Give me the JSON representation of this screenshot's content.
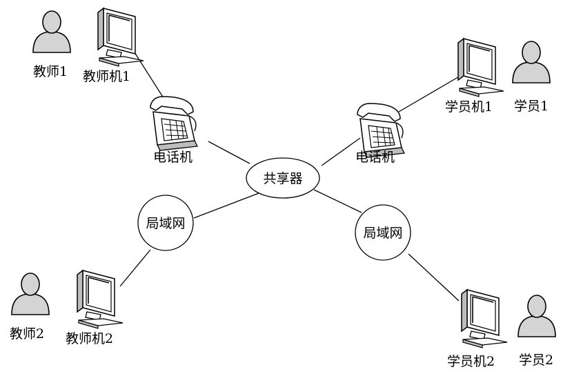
{
  "labels": {
    "teacher1": "教师1",
    "teacher1_pc": "教师机1",
    "teacher2": "教师2",
    "teacher2_pc": "教师机2",
    "student1": "学员1",
    "student1_pc": "学员机1",
    "student2": "学员2",
    "student2_pc": "学员机2",
    "phone_left": "电话机",
    "phone_right": "电话机",
    "hub": "共享器",
    "lan_left": "局域网",
    "lan_right": "局域网"
  },
  "icons": {
    "person": "user-icon",
    "computer": "monitor-icon",
    "phone": "telephone-icon"
  },
  "colors": {
    "stroke": "#000000",
    "fill": "#ffffff",
    "shade": "#cccccc"
  }
}
